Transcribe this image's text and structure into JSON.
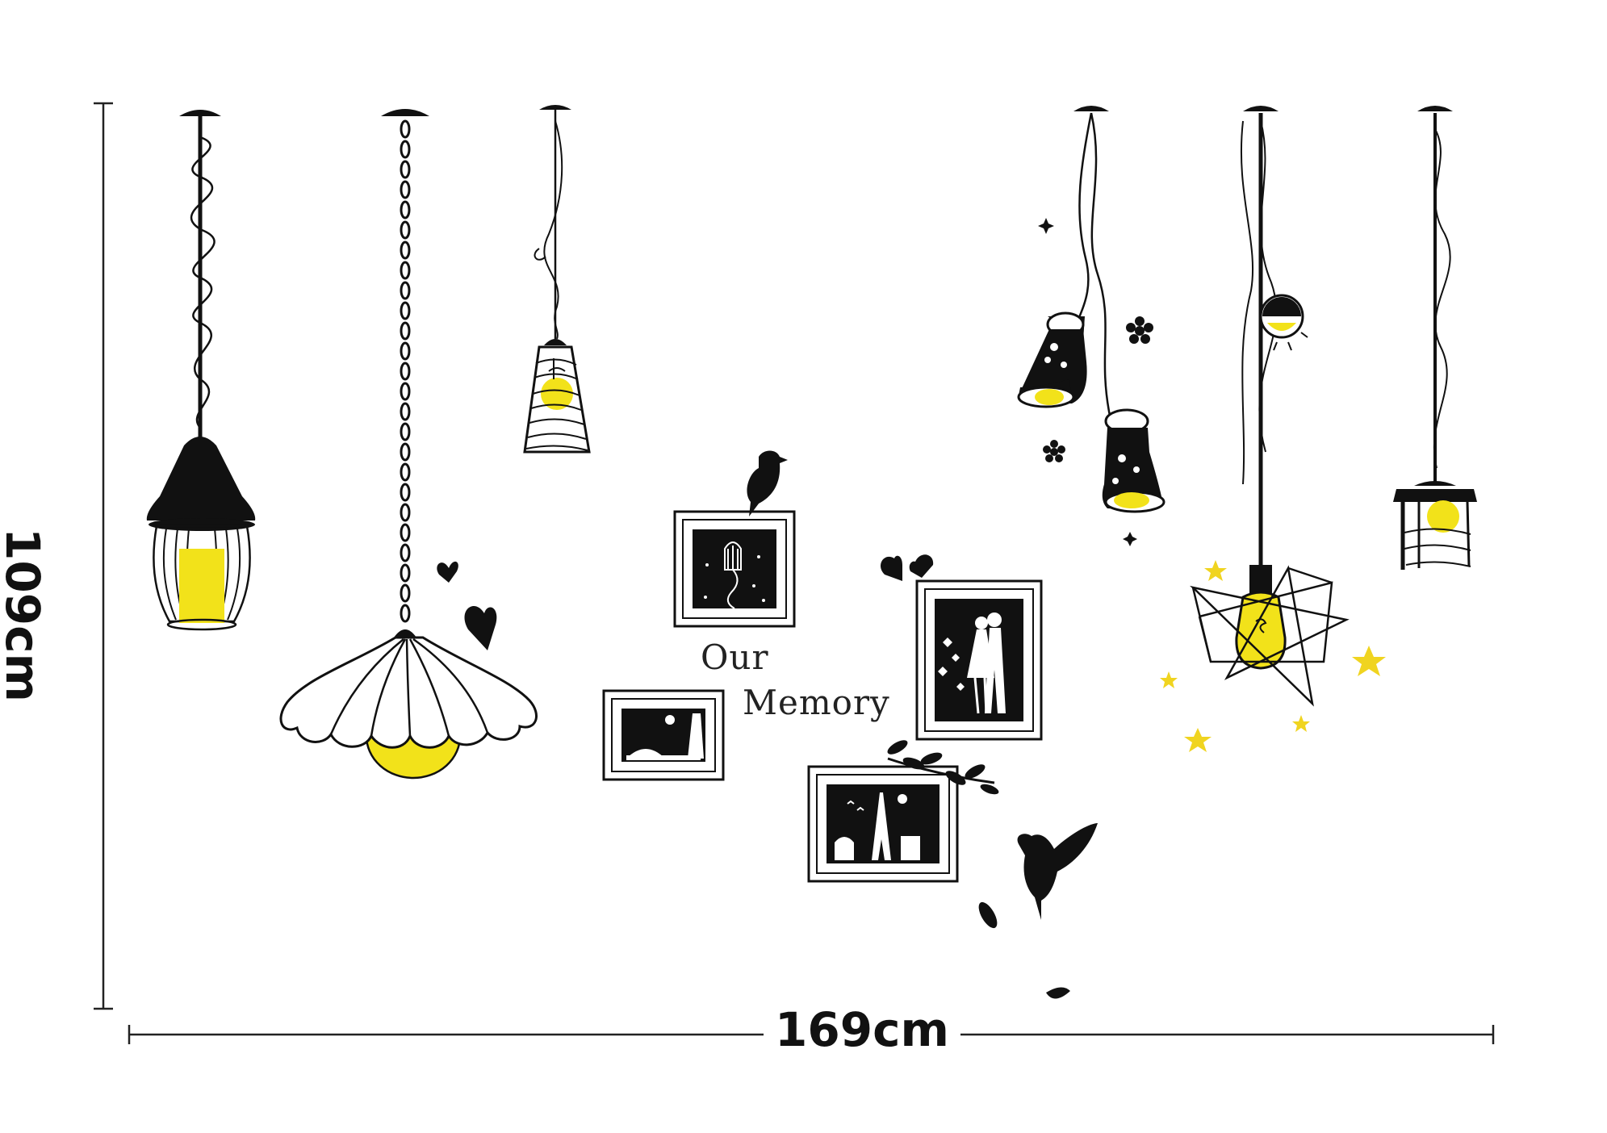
{
  "dimensions": {
    "width_label": "169cm",
    "height_label": "109cm"
  },
  "title": {
    "line1": "Our",
    "line2": "Memory"
  },
  "colors": {
    "ink": "#111111",
    "bulb_yellow": "#f2e21a",
    "star_yellow": "#f0d420",
    "background": "#ffffff"
  },
  "elements": {
    "lamps": [
      "cage-lantern-lamp",
      "daisy-shade-lamp",
      "wire-cone-lamp",
      "twin-spot-lamps",
      "star-cage-lamp",
      "cylinder-cage-lamp"
    ],
    "frames": [
      "birdcage-frame",
      "couple-frame",
      "leaning-tower-frame",
      "eiffel-tower-frame"
    ],
    "decor": [
      "bird-icon",
      "heart-icon",
      "star-icon",
      "snowflake-icon",
      "leaf-icon"
    ]
  }
}
